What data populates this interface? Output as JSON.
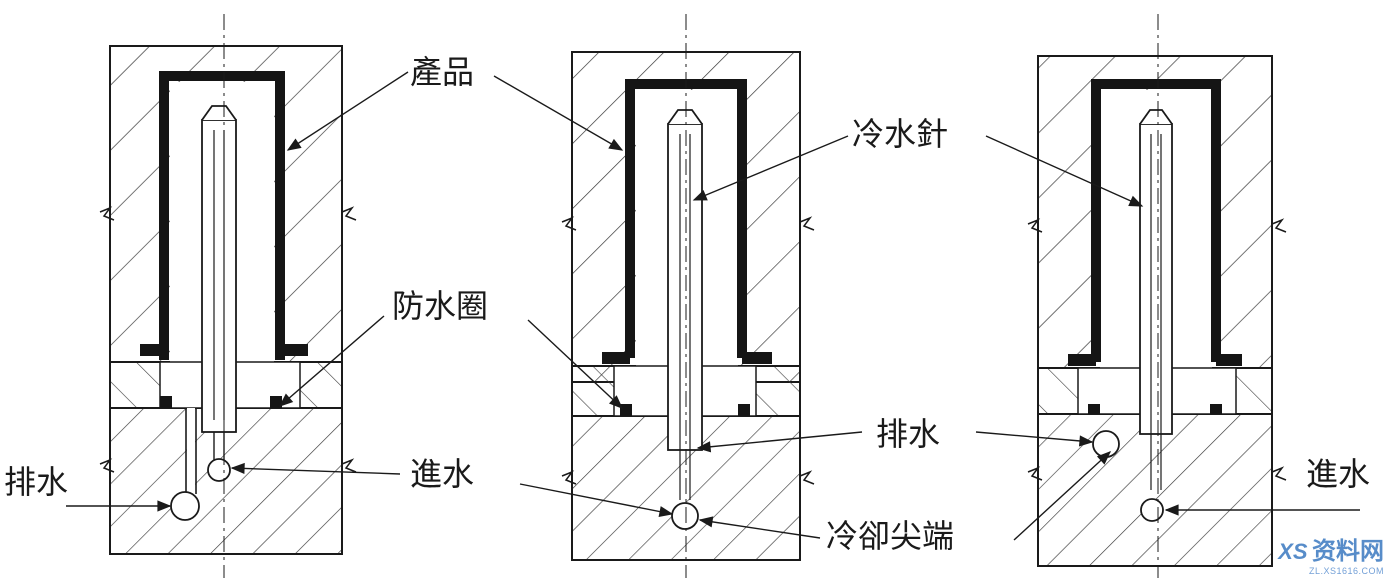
{
  "labels": {
    "product": "產品",
    "cooling_pin": "冷水針",
    "seal_ring": "防水圈",
    "drain_left": "排水",
    "inlet_mid": "進水",
    "drain_right": "排水",
    "inlet_right": "進水",
    "cooling_tip": "冷卻尖端"
  },
  "watermark": {
    "mark": "XS",
    "brand": "资料网",
    "url": "ZL.XS1616.COM"
  },
  "colors": {
    "line": "#1a1a1a",
    "hatch": "#3a3a3a",
    "product_wall": "#151515",
    "seal": "#151515",
    "watermark": "#3a78c0"
  }
}
